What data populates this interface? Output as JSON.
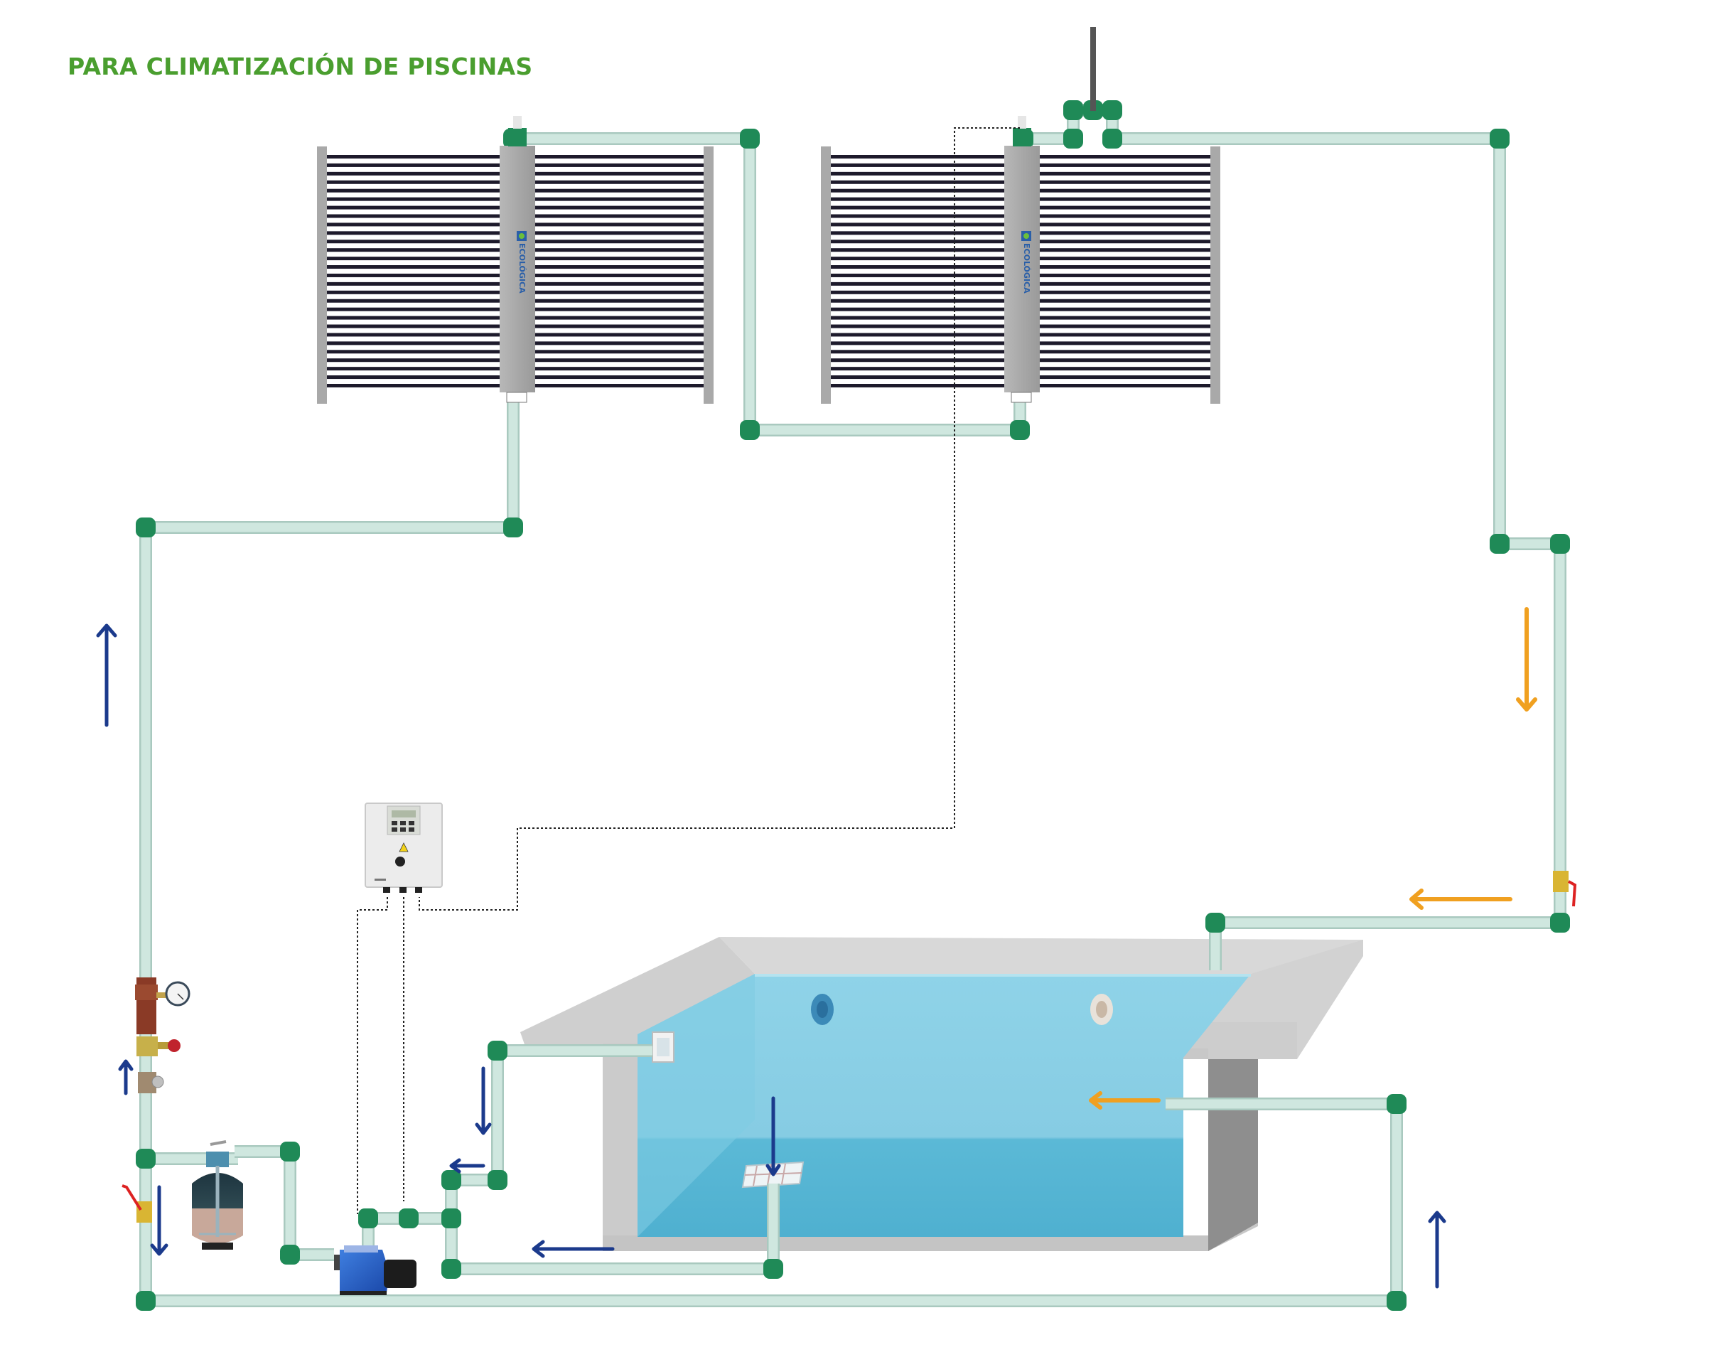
{
  "title": "PARA CLIMATIZACIÓN DE PISCINAS",
  "brand": {
    "logo_text": "ECOLÓGICA",
    "logo_color": "#2a5fa8"
  },
  "colors": {
    "title": "#4a9e2f",
    "pipe": "#cfe7df",
    "fitting": "#1f8a57",
    "flow_cold": "#1b3a8c",
    "flow_hot": "#f0a020",
    "water": "#6cc4de",
    "concrete": "#d9d9d9"
  },
  "components": {
    "solar_collectors": [
      {
        "name": "Solar collector 1",
        "tube_count": 28
      },
      {
        "name": "Solar collector 2",
        "tube_count": 28
      }
    ],
    "air_vent": "Air vent",
    "control_panel": "Differential controller",
    "filter": "Sand filter",
    "pump": "Pool pump",
    "pool": "Swimming pool",
    "valves": [
      "Pressure gauge",
      "Gate valve",
      "Check valve",
      "Ball valve (bypass)",
      "Ball valve (return)"
    ]
  },
  "flow_arrows": [
    {
      "id": "up-left-main",
      "color": "blue",
      "direction": "up"
    },
    {
      "id": "up-left-small",
      "color": "blue",
      "direction": "up"
    },
    {
      "id": "down-bypass",
      "color": "blue",
      "direction": "down"
    },
    {
      "id": "down-skimmer",
      "color": "blue",
      "direction": "down"
    },
    {
      "id": "left-skimmer",
      "color": "blue",
      "direction": "left"
    },
    {
      "id": "left-drain",
      "color": "blue",
      "direction": "left"
    },
    {
      "id": "down-drain",
      "color": "blue",
      "direction": "down"
    },
    {
      "id": "up-right-return",
      "color": "blue",
      "direction": "up"
    },
    {
      "id": "down-hot",
      "color": "orange",
      "direction": "down"
    },
    {
      "id": "left-hot",
      "color": "orange",
      "direction": "left"
    },
    {
      "id": "left-inlet",
      "color": "orange",
      "direction": "left"
    }
  ]
}
